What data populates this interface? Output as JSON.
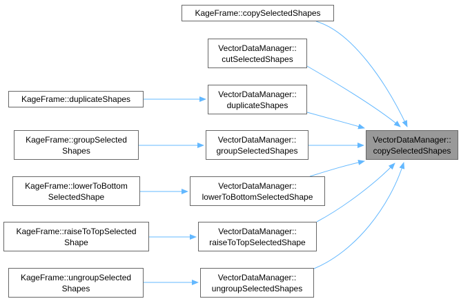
{
  "colors": {
    "edge": "#63b8ff",
    "node_border": "#666666",
    "focus_fill": "#999999",
    "background": "#ffffff"
  },
  "nodes": {
    "focus": {
      "lines": [
        "VectorDataManager::",
        "copySelectedShapes"
      ]
    },
    "kf_copy": {
      "lines": [
        "KageFrame::copySelectedShapes"
      ]
    },
    "vdm_cut": {
      "lines": [
        "VectorDataManager::",
        "cutSelectedShapes"
      ]
    },
    "vdm_duplicate": {
      "lines": [
        "VectorDataManager::",
        "duplicateShapes"
      ]
    },
    "kf_duplicate": {
      "lines": [
        "KageFrame::duplicateShapes"
      ]
    },
    "vdm_group": {
      "lines": [
        "VectorDataManager::",
        "groupSelectedShapes"
      ]
    },
    "kf_group": {
      "lines": [
        "KageFrame::groupSelected",
        "Shapes"
      ]
    },
    "vdm_lower": {
      "lines": [
        "VectorDataManager::",
        "lowerToBottomSelectedShape"
      ]
    },
    "kf_lower": {
      "lines": [
        "KageFrame::lowerToBottom",
        "SelectedShape"
      ]
    },
    "vdm_raise": {
      "lines": [
        "VectorDataManager::",
        "raiseToTopSelectedShape"
      ]
    },
    "kf_raise": {
      "lines": [
        "KageFrame::raiseToTopSelected",
        "Shape"
      ]
    },
    "vdm_ungroup": {
      "lines": [
        "VectorDataManager::",
        "ungroupSelectedShapes"
      ]
    },
    "kf_ungroup": {
      "lines": [
        "KageFrame::ungroupSelected",
        "Shapes"
      ]
    }
  },
  "edges": [
    {
      "from": "kf_copy",
      "to": "focus"
    },
    {
      "from": "vdm_cut",
      "to": "focus"
    },
    {
      "from": "vdm_duplicate",
      "to": "focus"
    },
    {
      "from": "vdm_group",
      "to": "focus"
    },
    {
      "from": "vdm_lower",
      "to": "focus"
    },
    {
      "from": "vdm_raise",
      "to": "focus"
    },
    {
      "from": "vdm_ungroup",
      "to": "focus"
    },
    {
      "from": "kf_duplicate",
      "to": "vdm_duplicate"
    },
    {
      "from": "kf_group",
      "to": "vdm_group"
    },
    {
      "from": "kf_lower",
      "to": "vdm_lower"
    },
    {
      "from": "kf_raise",
      "to": "vdm_raise"
    },
    {
      "from": "kf_ungroup",
      "to": "vdm_ungroup"
    }
  ]
}
